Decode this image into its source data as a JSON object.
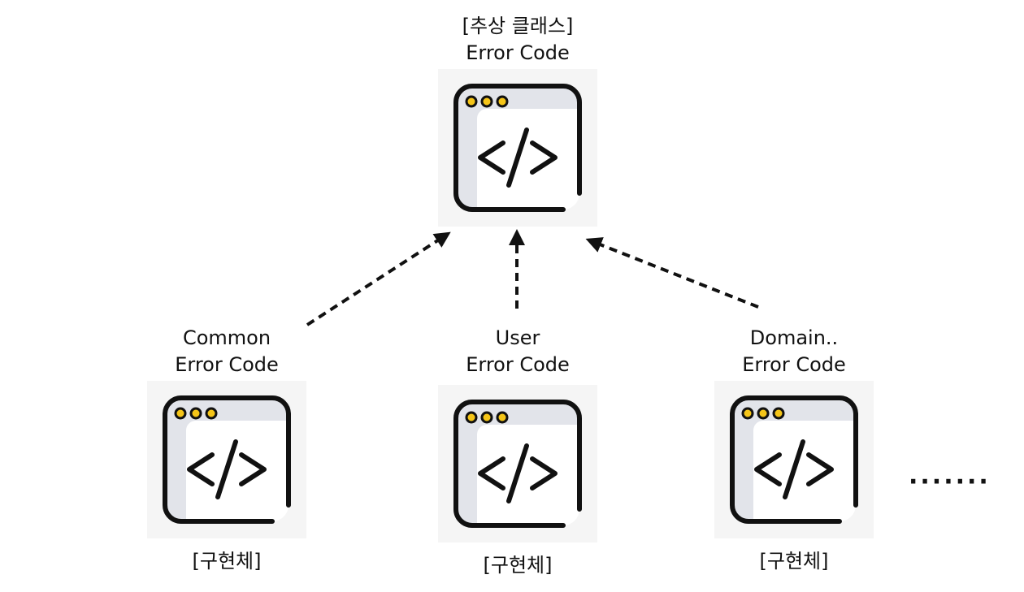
{
  "nodes": {
    "abstract": {
      "line1": "[추상 클래스]",
      "line2": "Error Code"
    },
    "common": {
      "line1": "Common",
      "line2": "Error Code",
      "caption": "[구현체]"
    },
    "user": {
      "line1": "User",
      "line2": "Error Code",
      "caption": "[구현체]"
    },
    "domain": {
      "line1": "Domain..",
      "line2": "Error Code",
      "caption": "[구현체]"
    }
  },
  "ellipsis": "·······",
  "icon_names": [
    "code-window-icon"
  ],
  "colors": {
    "dot": "#f5c518",
    "outline": "#111111",
    "panel": "#e2e4ea",
    "box_bg": "#f5f5f5"
  }
}
